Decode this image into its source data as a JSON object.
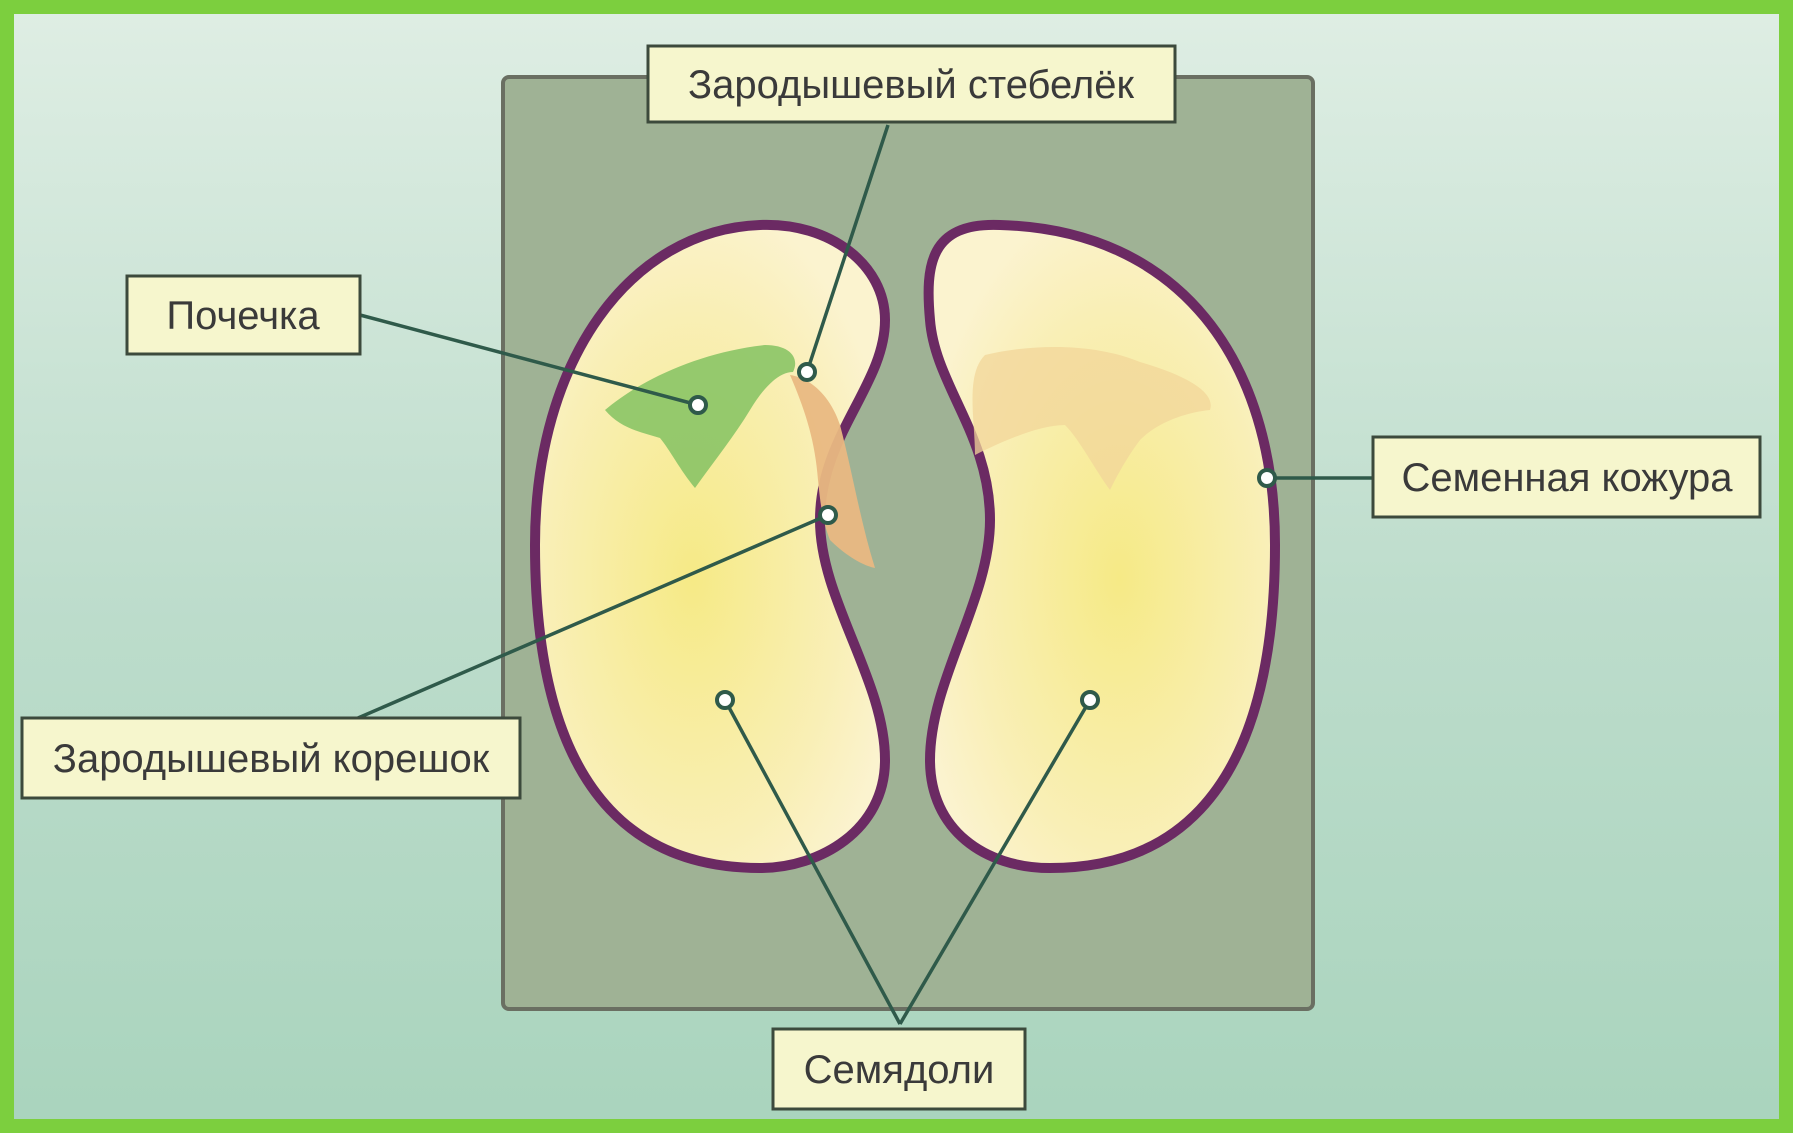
{
  "diagram": {
    "labels": {
      "stem": "Зародышевый стебелёк",
      "bud": "Почечка",
      "seed_coat": "Семенная кожура",
      "root": "Зародышевый корешок",
      "cotyledons": "Семядоли"
    },
    "colors": {
      "frame": "#7ccf3e",
      "background": "#b8d8c6",
      "panel": "#9fb295",
      "panel_border": "#6a6f62",
      "seed_coat": "#6b2a63",
      "cotyledon": "#f8eca0",
      "bud": "#8ac466",
      "root": "#e9b882",
      "label_fill": "#f6f6cd",
      "label_border": "#3c4a3c",
      "leader_line": "#2f5a4a"
    }
  }
}
